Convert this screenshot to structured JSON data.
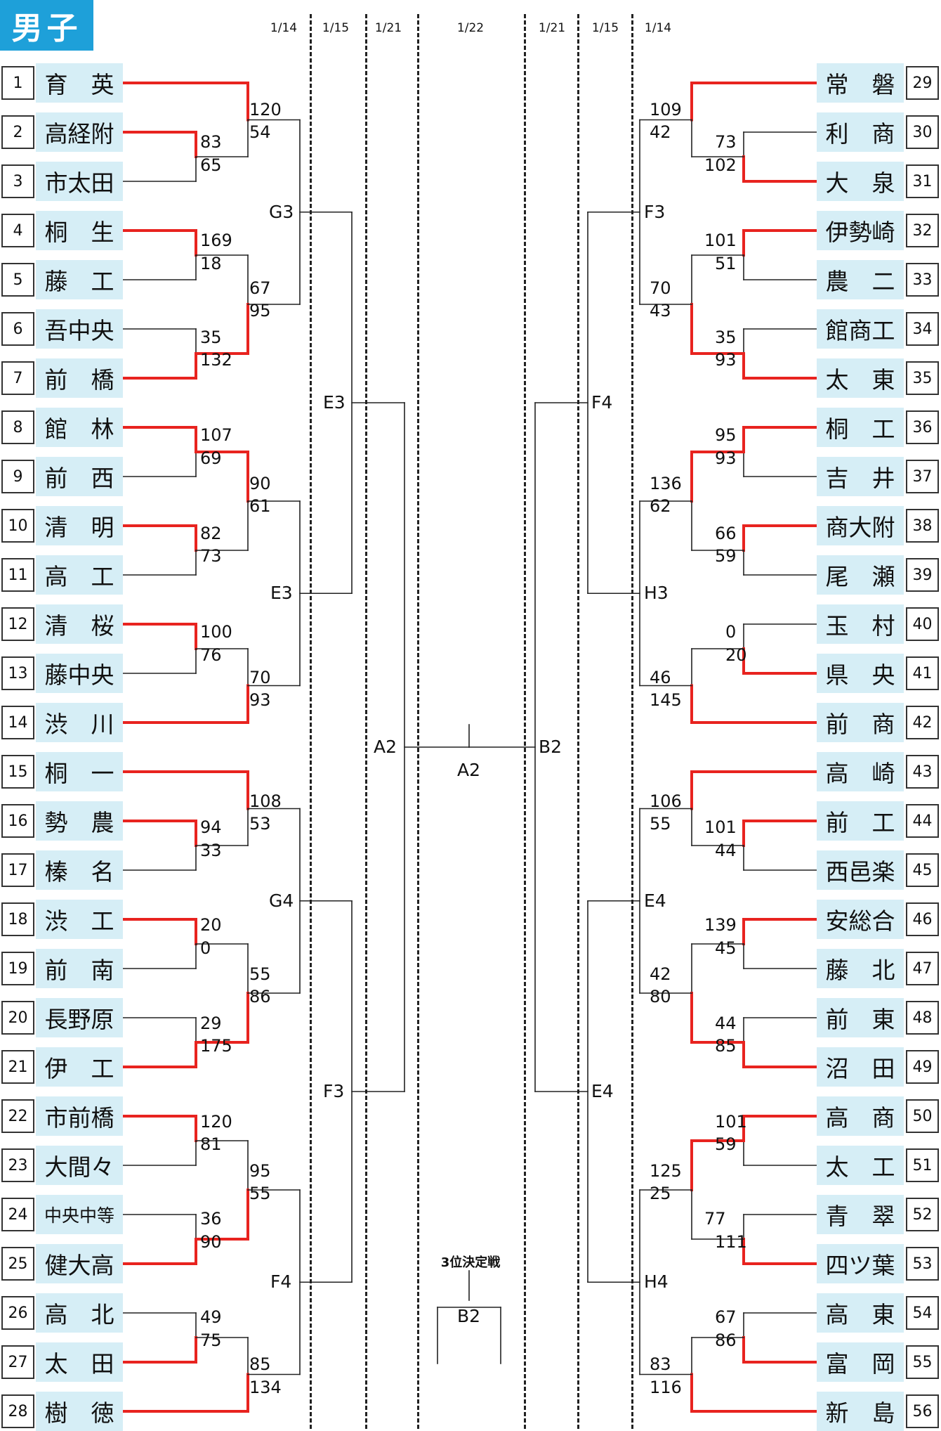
{
  "title": "男子",
  "dates": [
    "1/14",
    "1/15",
    "1/21",
    "1/22",
    "1/21",
    "1/15",
    "1/14"
  ],
  "left_teams": [
    {
      "no": "1",
      "name": "育　英"
    },
    {
      "no": "2",
      "name": "高経附"
    },
    {
      "no": "3",
      "name": "市太田"
    },
    {
      "no": "4",
      "name": "桐　生"
    },
    {
      "no": "5",
      "name": "藤　工"
    },
    {
      "no": "6",
      "name": "吾中央"
    },
    {
      "no": "7",
      "name": "前　橋"
    },
    {
      "no": "8",
      "name": "館　林"
    },
    {
      "no": "9",
      "name": "前　西"
    },
    {
      "no": "10",
      "name": "清　明"
    },
    {
      "no": "11",
      "name": "高　工"
    },
    {
      "no": "12",
      "name": "清　桜"
    },
    {
      "no": "13",
      "name": "藤中央"
    },
    {
      "no": "14",
      "name": "渋　川"
    },
    {
      "no": "15",
      "name": "桐　一"
    },
    {
      "no": "16",
      "name": "勢　農"
    },
    {
      "no": "17",
      "name": "榛　名"
    },
    {
      "no": "18",
      "name": "渋　工"
    },
    {
      "no": "19",
      "name": "前　南"
    },
    {
      "no": "20",
      "name": "長野原"
    },
    {
      "no": "21",
      "name": "伊　工"
    },
    {
      "no": "22",
      "name": "市前橋"
    },
    {
      "no": "23",
      "name": "大間々"
    },
    {
      "no": "24",
      "name": "中央中等"
    },
    {
      "no": "25",
      "name": "健大高"
    },
    {
      "no": "26",
      "name": "高　北"
    },
    {
      "no": "27",
      "name": "太　田"
    },
    {
      "no": "28",
      "name": "樹　徳"
    }
  ],
  "right_teams": [
    {
      "no": "29",
      "name": "常　磐"
    },
    {
      "no": "30",
      "name": "利　商"
    },
    {
      "no": "31",
      "name": "大　泉"
    },
    {
      "no": "32",
      "name": "伊勢崎"
    },
    {
      "no": "33",
      "name": "農　二"
    },
    {
      "no": "34",
      "name": "館商工"
    },
    {
      "no": "35",
      "name": "太　東"
    },
    {
      "no": "36",
      "name": "桐　工"
    },
    {
      "no": "37",
      "name": "吉　井"
    },
    {
      "no": "38",
      "name": "商大附"
    },
    {
      "no": "39",
      "name": "尾　瀬"
    },
    {
      "no": "40",
      "name": "玉　村"
    },
    {
      "no": "41",
      "name": "県　央"
    },
    {
      "no": "42",
      "name": "前　商"
    },
    {
      "no": "43",
      "name": "高　崎"
    },
    {
      "no": "44",
      "name": "前　工"
    },
    {
      "no": "45",
      "name": "西邑楽"
    },
    {
      "no": "46",
      "name": "安総合"
    },
    {
      "no": "47",
      "name": "藤　北"
    },
    {
      "no": "48",
      "name": "前　東"
    },
    {
      "no": "49",
      "name": "沼　田"
    },
    {
      "no": "50",
      "name": "高　商"
    },
    {
      "no": "51",
      "name": "太　工"
    },
    {
      "no": "52",
      "name": "青　翠"
    },
    {
      "no": "53",
      "name": "四ツ葉"
    },
    {
      "no": "54",
      "name": "高　東"
    },
    {
      "no": "55",
      "name": "富　岡"
    },
    {
      "no": "56",
      "name": "新　島"
    }
  ],
  "scores": [
    "120",
    "54",
    "83",
    "65",
    "169",
    "18",
    "67",
    "95",
    "35",
    "132",
    "107",
    "69",
    "90",
    "61",
    "82",
    "73",
    "100",
    "76",
    "70",
    "93",
    "108",
    "53",
    "94",
    "33",
    "20",
    "0",
    "55",
    "86",
    "29",
    "175",
    "120",
    "81",
    "95",
    "55",
    "36",
    "90",
    "49",
    "75",
    "85",
    "134",
    "109",
    "42",
    "73",
    "102",
    "101",
    "51",
    "70",
    "43",
    "35",
    "93",
    "95",
    "93",
    "136",
    "62",
    "66",
    "59",
    "0",
    "20",
    "46",
    "145",
    "106",
    "55",
    "101",
    "44",
    "139",
    "45",
    "42",
    "80",
    "44",
    "85",
    "101",
    "59",
    "125",
    "25",
    "77",
    "111",
    "67",
    "86",
    "83",
    "116"
  ],
  "labels": [
    "G3",
    "E3",
    "E3",
    "G4",
    "F3",
    "F4",
    "A2",
    "A2",
    "B2",
    "F3",
    "F4",
    "H3",
    "E4",
    "E4",
    "H4",
    "B2"
  ],
  "third_place": "3位決定戦",
  "colors": {
    "winner": "#e8231f",
    "line": "#222222",
    "team_bg": "#d6eef6",
    "title_bg": "#1ea0d9"
  }
}
